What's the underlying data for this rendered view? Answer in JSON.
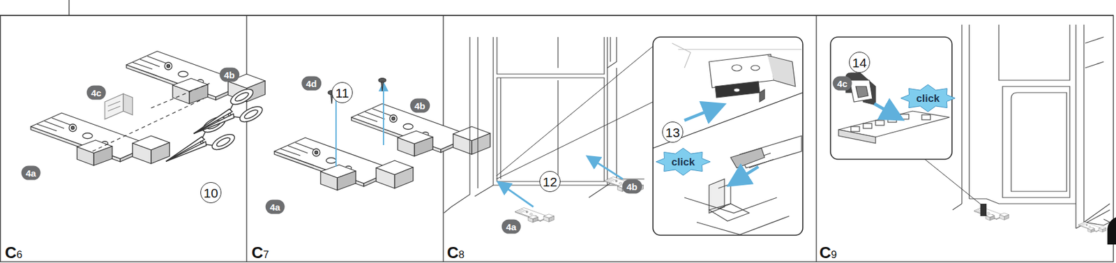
{
  "diagram": {
    "labels": [
      "4c",
      "4b",
      "4a",
      "10",
      "C6",
      "4d",
      "11",
      "4b",
      "4a",
      "C7",
      "12",
      "4b",
      "4a",
      "13",
      "click",
      "C8",
      "14",
      "4c",
      "click",
      "C9"
    ]
  }
}
